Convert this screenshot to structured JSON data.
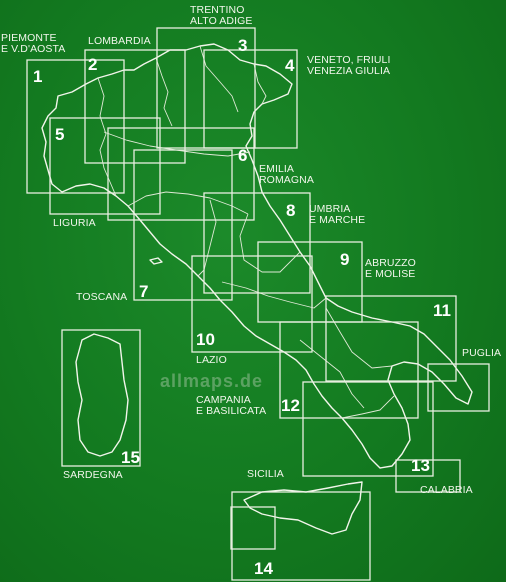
{
  "watermark": "allmaps.de",
  "colors": {
    "background": "#127a1f",
    "lines": "#e8efe0"
  },
  "regions": [
    {
      "number": "1",
      "name": "PIEMONTE\nE V.D'AOSTA"
    },
    {
      "number": "2",
      "name": "LOMBARDIA"
    },
    {
      "number": "3",
      "name": "TRENTINO\nALTO ADIGE"
    },
    {
      "number": "4",
      "name": "VENETO, FRIULI\nVENEZIA GIULIA"
    },
    {
      "number": "5",
      "name": "LIGURIA"
    },
    {
      "number": "6",
      "name": "EMILIA\nROMAGNA"
    },
    {
      "number": "7",
      "name": "TOSCANA"
    },
    {
      "number": "8",
      "name": "UMBRIA\nE MARCHE"
    },
    {
      "number": "9",
      "name": "ABRUZZO\nE MOLISE"
    },
    {
      "number": "10",
      "name": "LAZIO"
    },
    {
      "number": "11",
      "name": "PUGLIA"
    },
    {
      "number": "12",
      "name": "CAMPANIA\nE BASILICATA"
    },
    {
      "number": "13",
      "name": "CALABRIA"
    },
    {
      "number": "14",
      "name": "SICILIA"
    },
    {
      "number": "15",
      "name": "SARDEGNA"
    }
  ]
}
